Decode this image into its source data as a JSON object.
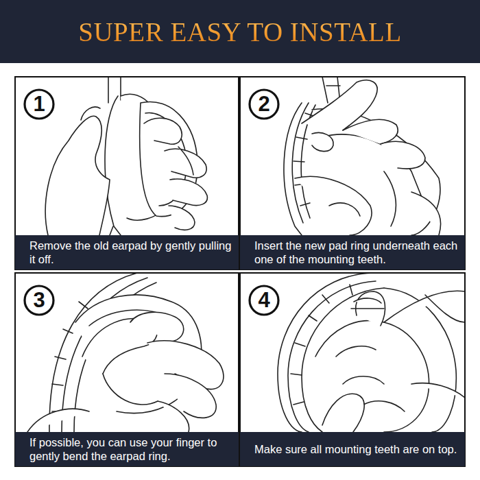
{
  "diagram": {
    "title": "SUPER EASY TO INSTALL",
    "nodes": [
      {
        "text": [
          "1"
        ]
      },
      {
        "text": [
          "Remove the old earpad by gently pulling it off."
        ]
      },
      {
        "text": [
          "2"
        ]
      },
      {
        "text": [
          "Insert the new pad ring underneath each one of the mounting teeth."
        ]
      },
      {
        "text": [
          "3"
        ]
      },
      {
        "text": [
          "If possible, you can use your finger to gently bend the earpad ring."
        ]
      },
      {
        "text": [
          "4"
        ]
      },
      {
        "text": [
          "Make sure all mounting teeth are on top."
        ]
      }
    ]
  }
}
